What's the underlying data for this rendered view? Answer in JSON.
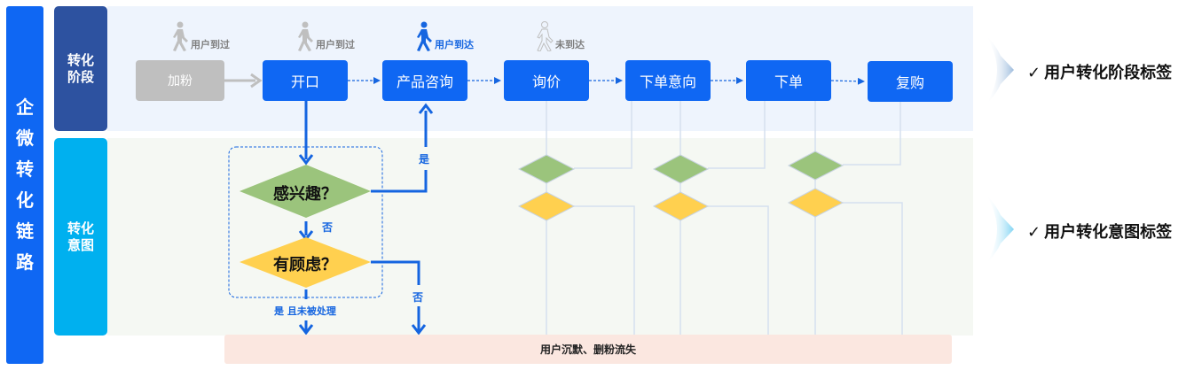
{
  "chain_title": [
    "企",
    "微",
    "转",
    "化",
    "链",
    "路"
  ],
  "rows": {
    "stage_label": [
      "转化",
      "阶段"
    ],
    "intent_label": [
      "转化",
      "意图"
    ]
  },
  "stages": [
    {
      "label": "加粉",
      "status": "visited"
    },
    {
      "label": "开口",
      "status": "visited"
    },
    {
      "label": "产品咨询",
      "status": "reached"
    },
    {
      "label": "询价",
      "status": "not_reached"
    },
    {
      "label": "下单意向",
      "status": ""
    },
    {
      "label": "下单",
      "status": ""
    },
    {
      "label": "复购",
      "status": ""
    }
  ],
  "walkers": {
    "visited": "用户到过",
    "reached": "用户到达",
    "not_reached": "未到达"
  },
  "decisions": {
    "interest": "感兴趣？",
    "concern": "有顾虑？",
    "yes": "是",
    "no": "否",
    "yes_unhandled": "是 且未被处理"
  },
  "churn_label": "用户沉默、删粉流失",
  "tags": {
    "check": "✓",
    "stage_tag": "用户转化阶段标签",
    "intent_tag": "用户转化意图标签"
  },
  "colors": {
    "primary_blue": "#0f67f3",
    "stage_row": "#2d52a0",
    "intent_row": "#00b0ef",
    "interest_green": "#9bc47c",
    "concern_yellow": "#ffd04f",
    "visited_grey": "#bfbfbf",
    "churn_bg": "#fbe7e0"
  }
}
